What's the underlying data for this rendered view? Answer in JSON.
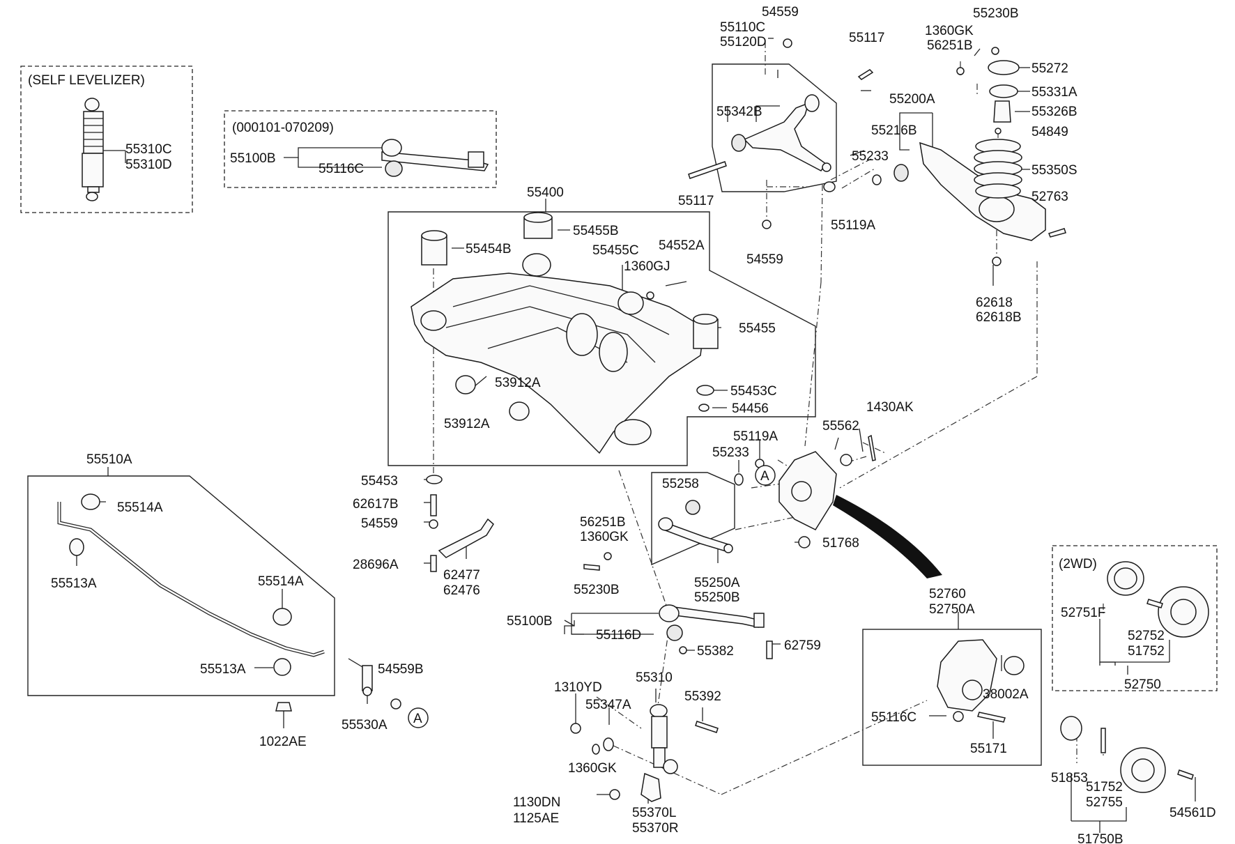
{
  "labels": {
    "self_levelizer": "(SELF LEVELIZER)",
    "p55310C": "55310C",
    "p55310D": "55310D",
    "range": "(000101-070209)",
    "p55100B_top": "55100B",
    "p55116C_top": "55116C",
    "p55400": "55400",
    "p55454B": "55454B",
    "p55455B": "55455B",
    "p55455C": "55455C",
    "p54552A": "54552A",
    "p1360GJ": "1360GJ",
    "p55455": "55455",
    "p53912A_a": "53912A",
    "p53912A_b": "53912A",
    "p55453C": "55453C",
    "p54456": "54456",
    "p54559_top": "54559",
    "p55110C": "55110C",
    "p55120D": "55120D",
    "p55117_a": "55117",
    "p55342B": "55342B",
    "p55117_b": "55117",
    "p54559_mid": "54559",
    "p55230B_top": "55230B",
    "p1360GK_top": "1360GK",
    "p56251B_top": "56251B",
    "p55272": "55272",
    "p55331A": "55331A",
    "p55200A": "55200A",
    "p55326B": "55326B",
    "p55216B": "55216B",
    "p54849": "54849",
    "p55233_top": "55233",
    "p55350S": "55350S",
    "p52763": "52763",
    "p55119A_top": "55119A",
    "p62618": "62618",
    "p62618B": "62618B",
    "p55510A": "55510A",
    "p55514A_a": "55514A",
    "p55513A_a": "55513A",
    "p55514A_b": "55514A",
    "p55513A_b": "55513A",
    "p54559B": "54559B",
    "p55530A": "55530A",
    "p1022AE": "1022AE",
    "circleA_1": "A",
    "circleA_2": "A",
    "p55453": "55453",
    "p62617B": "62617B",
    "p54559_low": "54559",
    "p28696A": "28696A",
    "p62477": "62477",
    "p62476": "62476",
    "p1430AK": "1430AK",
    "p55119A_mid": "55119A",
    "p55562": "55562",
    "p55233_mid": "55233",
    "p55258": "55258",
    "p56251B_mid": "56251B",
    "p1360GK_mid": "1360GK",
    "p55230B_mid": "55230B",
    "p55250A": "55250A",
    "p55250B": "55250B",
    "p51768": "51768",
    "p55100B_low": "55100B",
    "p55116D": "55116D",
    "p55382": "55382",
    "p62759": "62759",
    "p52760": "52760",
    "p52750A": "52750A",
    "p38002A": "38002A",
    "p55116C_low": "55116C",
    "p55171": "55171",
    "twowd": "(2WD)",
    "p52751F": "52751F",
    "p52752_a": "52752",
    "p51752_a": "51752",
    "p52750": "52750",
    "p1310YD": "1310YD",
    "p55347A": "55347A",
    "p55310": "55310",
    "p55392": "55392",
    "p1360GK_low": "1360GK",
    "p1130DN": "1130DN",
    "p1125AE": "1125AE",
    "p55370L": "55370L",
    "p55370R": "55370R",
    "p51853": "51853",
    "p51752_b": "51752",
    "p52755": "52755",
    "p54561D": "54561D",
    "p51750B": "51750B"
  }
}
